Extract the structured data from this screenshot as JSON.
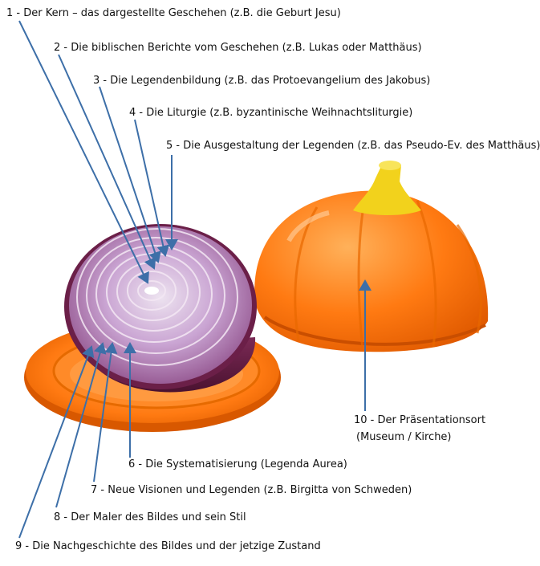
{
  "colors": {
    "arrow": "#3d6fa8",
    "container": "#ff7a12",
    "container_dark": "#e45f00",
    "stem": "#f2d21c",
    "onion_outer": "#6a1f45",
    "onion_flesh": "#c7a1cf",
    "onion_ring": "#f4e8f4"
  },
  "icons": {
    "onion": "onion-half-illustration",
    "dome": "pumpkin-dome-lid-illustration",
    "dish": "orange-dish-illustration"
  },
  "labels": [
    {
      "id": "l1",
      "text": "1 - Der Kern – das dargestellte Geschehen (z.B. die Geburt Jesu)"
    },
    {
      "id": "l2",
      "text": "2 - Die biblischen Berichte vom Geschehen (z.B. Lukas   oder Matthäus)"
    },
    {
      "id": "l3",
      "text": "3 - Die Legendenbildung (z.B. das Protoevangelium des Jakobus)"
    },
    {
      "id": "l4",
      "text": "4 - Die Liturgie (z.B. byzantinische Weihnachtsliturgie)"
    },
    {
      "id": "l5",
      "text": "5 - Die Ausgestaltung der Legenden (z.B. das Pseudo-Ev. des Matthäus)"
    },
    {
      "id": "l10a",
      "text": "10 - Der Präsentationsort"
    },
    {
      "id": "l10b",
      "text": "(Museum / Kirche)"
    },
    {
      "id": "l6",
      "text": "6 - Die Systematisierung   (Legenda Aurea)"
    },
    {
      "id": "l7",
      "text": "7 - Neue Visionen und   Legenden (z.B. Birgitta von Schweden)"
    },
    {
      "id": "l8",
      "text": "8 - Der Maler des Bildes und sein Stil"
    },
    {
      "id": "l9",
      "text": "9 - Die Nachgeschichte des Bildes und der jetzige Zustand"
    }
  ]
}
